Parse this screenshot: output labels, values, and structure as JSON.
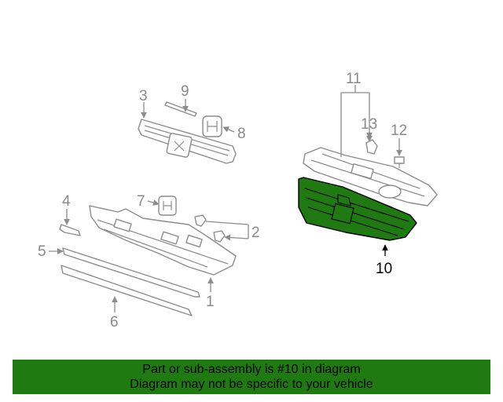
{
  "callouts": {
    "c1": "1",
    "c2": "2",
    "c3": "3",
    "c4": "4",
    "c5": "5",
    "c6": "6",
    "c7": "7",
    "c8": "8",
    "c9": "9",
    "c10": "10",
    "c11": "11",
    "c12": "12",
    "c13": "13"
  },
  "banner": {
    "line1": "Part or sub-assembly is #10 in diagram",
    "line2": "Diagram may not be specific to your vehicle"
  },
  "colors": {
    "highlight": "#1f7a12",
    "outline": "#8c8c8c"
  }
}
